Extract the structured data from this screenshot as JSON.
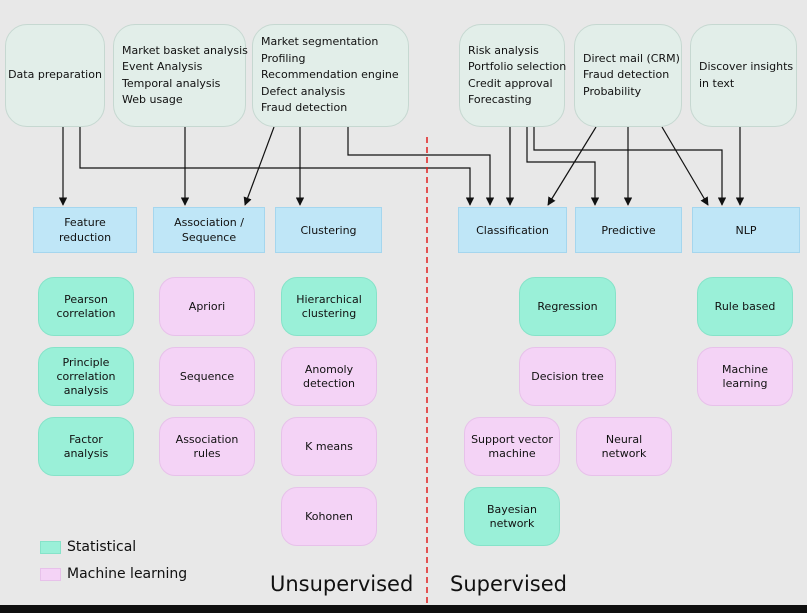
{
  "sources": {
    "data_prep": [
      "Data preparation"
    ],
    "market_basket": [
      "Market basket analysis",
      "Event Analysis",
      "Temporal analysis",
      "Web usage"
    ],
    "segmentation": [
      "Market segmentation",
      "Profiling",
      "Recommendation engine",
      "Defect analysis",
      "Fraud detection"
    ],
    "risk": [
      "Risk analysis",
      "Portfolio selection",
      "Credit approval",
      "Forecasting"
    ],
    "direct_mail": [
      "Direct mail (CRM)",
      "Fraud detection",
      "Probability"
    ],
    "insights": [
      "Discover insights",
      "in text"
    ]
  },
  "categories": {
    "feature_reduction": "Feature reduction",
    "association": "Association / Sequence",
    "clustering": "Clustering",
    "classification": "Classification",
    "predictive": "Predictive",
    "nlp": "NLP"
  },
  "algorithms": {
    "pearson": "Pearson correlation",
    "principle": "Principle correlation analysis",
    "factor": "Factor analysis",
    "apriori": "Apriori",
    "sequence": "Sequence",
    "assoc_rules": "Association rules",
    "hierarchical": "Hierarchical clustering",
    "anomoly": "Anomoly detection",
    "kmeans": "K means",
    "kohonen": "Kohonen",
    "regression": "Regression",
    "decision_tree": "Decision tree",
    "svm": "Support vector machine",
    "neural": "Neural network",
    "bayesian": "Bayesian network",
    "rule_based": "Rule based",
    "machine_learning": "Machine learning"
  },
  "legend": {
    "statistical": "Statistical",
    "machine_learning": "Machine learning"
  },
  "footer": {
    "unsupervised": "Unsupervised",
    "supervised": "Supervised"
  },
  "colors": {
    "statistical": "#9af0d8",
    "machine_learning": "#f4d3f6",
    "category": "#bfe6f7",
    "source": "#e2eee9",
    "divider": "#e02020"
  }
}
